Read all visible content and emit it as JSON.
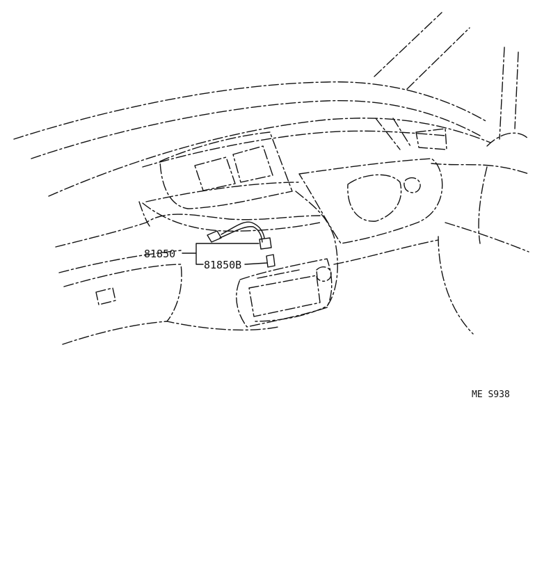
{
  "labels": {
    "part_main": "81850",
    "part_sub": "81850B",
    "figure_code": "ME S938"
  },
  "colors": {
    "line": "#111111",
    "background": "#ffffff"
  }
}
